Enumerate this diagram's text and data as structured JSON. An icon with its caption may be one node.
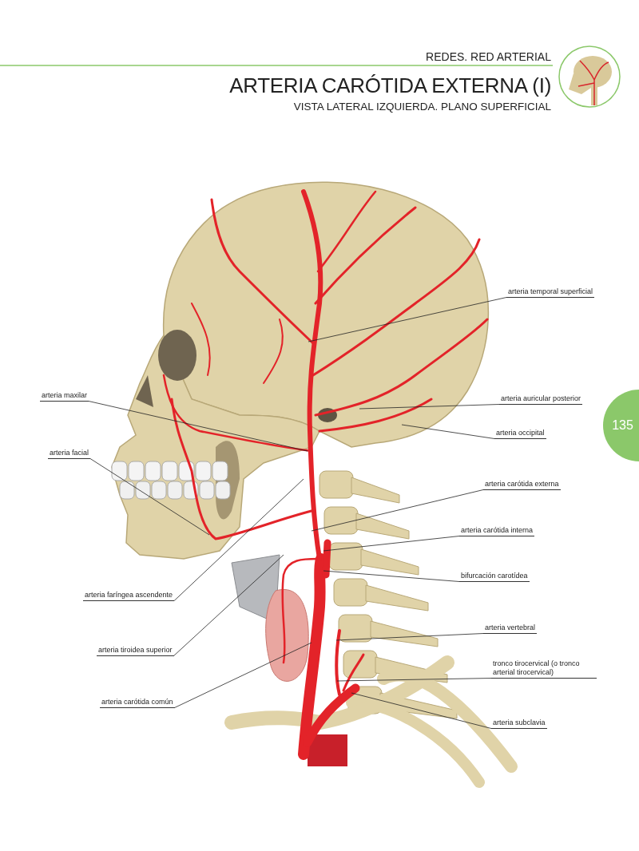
{
  "diagram": {
    "title": "ARTERIA CARÓTIDA EXTERNA (I)",
    "nodes": [
      {
        "text": [
          "135"
        ]
      },
      {
        "text": [
          "arteria temporal superficial"
        ]
      },
      {
        "text": [
          "arteria maxilar"
        ]
      },
      {
        "text": [
          "arteria auricular posterior"
        ]
      },
      {
        "text": [
          "arteria occipital"
        ]
      },
      {
        "text": [
          "arteria facial"
        ]
      },
      {
        "text": [
          "arteria carótida externa"
        ]
      },
      {
        "text": [
          "arteria carótida interna"
        ]
      },
      {
        "text": [
          "bifurcación carotídea"
        ]
      },
      {
        "text": [
          "arteria faríngea ascendente"
        ]
      },
      {
        "text": [
          "arteria tiroidea superior"
        ]
      },
      {
        "text": [
          "arteria vertebral"
        ]
      },
      {
        "text": [
          "tronco tirocervical (o tronco arterial tirocervical)"
        ]
      },
      {
        "text": [
          "arteria carótida común"
        ]
      },
      {
        "text": [
          "arteria subclavia"
        ]
      }
    ],
    "edges": [
      {
        "from": 1,
        "to": null,
        "arrow": "none"
      },
      {
        "from": 2,
        "to": null,
        "arrow": "none"
      },
      {
        "from": 3,
        "to": null,
        "arrow": "none"
      },
      {
        "from": 4,
        "to": null,
        "arrow": "none"
      },
      {
        "from": 5,
        "to": null,
        "arrow": "none"
      },
      {
        "from": 6,
        "to": null,
        "arrow": "none"
      },
      {
        "from": 7,
        "to": null,
        "arrow": "none"
      },
      {
        "from": 8,
        "to": null,
        "arrow": "none"
      },
      {
        "from": 9,
        "to": null,
        "arrow": "none"
      },
      {
        "from": 10,
        "to": null,
        "arrow": "none"
      },
      {
        "from": 11,
        "to": null,
        "arrow": "none"
      },
      {
        "from": 12,
        "to": null,
        "arrow": "none"
      },
      {
        "from": 13,
        "to": null,
        "arrow": "none"
      },
      {
        "from": 14,
        "to": null,
        "arrow": "none"
      }
    ],
    "labels": [
      "REDES. RED ARTERIAL",
      "VISTA LATERAL IZQUIERDA. PLANO SUPERFICIAL"
    ]
  }
}
